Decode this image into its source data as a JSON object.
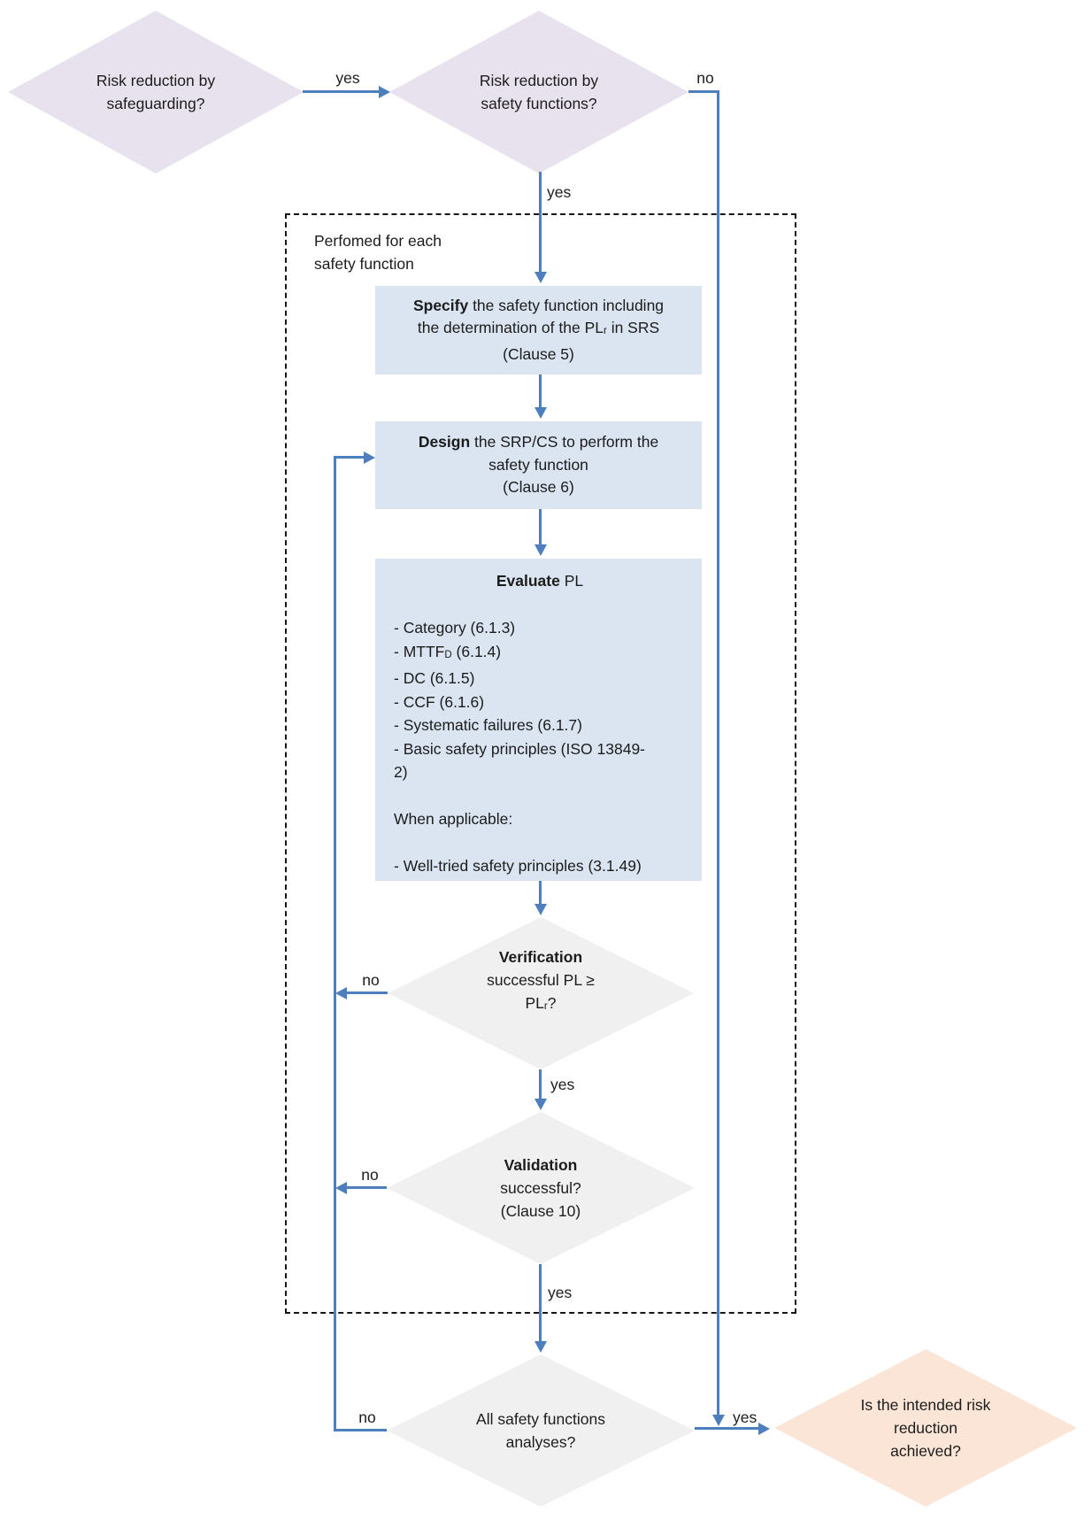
{
  "colors": {
    "question_diamond_fill": "#e7e2ee",
    "process_box_fill": "#dbe5f1",
    "decision_diamond_fill": "#f0f0f0",
    "result_diamond_fill": "#fbe5d6",
    "connector": "#4d7ebd",
    "text": "#1c1c1c"
  },
  "loop_note": {
    "line1": "Perfomed for each",
    "line2": "safety function"
  },
  "nodes": {
    "safeguarding": {
      "line1": "Risk reduction by",
      "line2": "safeguarding?"
    },
    "safety_functions": {
      "line1": "Risk reduction by",
      "line2": "safety functions?"
    },
    "specify": {
      "lead": "Specify",
      "line1_rest": " the safety function including",
      "line2_pre": "the determination of the PL",
      "line2_sub": "r",
      "line2_post": " in SRS",
      "line3": "(Clause 5)"
    },
    "design": {
      "lead": "Design",
      "line1_rest": " the SRP/CS to perform the",
      "line2": "safety function",
      "line3": "(Clause 6)"
    },
    "evaluate": {
      "lead": "Evaluate",
      "heading_rest": " PL",
      "item_category": "- Category (6.1.3)",
      "item_mttf_pre": "- MTTF",
      "item_mttf_sub": "D",
      "item_mttf_post": " (6.1.4)",
      "item_dc": "- DC (6.1.5)",
      "item_ccf": "- CCF (6.1.6)",
      "item_systematic": "- Systematic failures (6.1.7)",
      "item_basic_line1": "- Basic safety principles (ISO 13849-",
      "item_basic_line2": "2)",
      "when_applicable": "When applicable:",
      "item_well_tried": "- Well-tried safety principles (3.1.49)"
    },
    "verification": {
      "lead": "Verification",
      "line2": "successful PL ≥",
      "line3_pre": "PL",
      "line3_sub": "r",
      "line3_post": "?"
    },
    "validation": {
      "lead": "Validation",
      "line2": "successful?",
      "line3": "(Clause 10)"
    },
    "all_functions": {
      "line1": "All safety functions",
      "line2": "analyses?"
    },
    "risk_achieved": {
      "line1": "Is the intended risk",
      "line2": "reduction",
      "line3": "achieved?"
    }
  },
  "edge_labels": {
    "safeguarding_yes": "yes",
    "safety_functions_no": "no",
    "safety_functions_yes": "yes",
    "verification_no": "no",
    "verification_yes": "yes",
    "validation_no": "no",
    "validation_yes": "yes",
    "all_functions_no": "no",
    "all_functions_yes": "yes"
  }
}
